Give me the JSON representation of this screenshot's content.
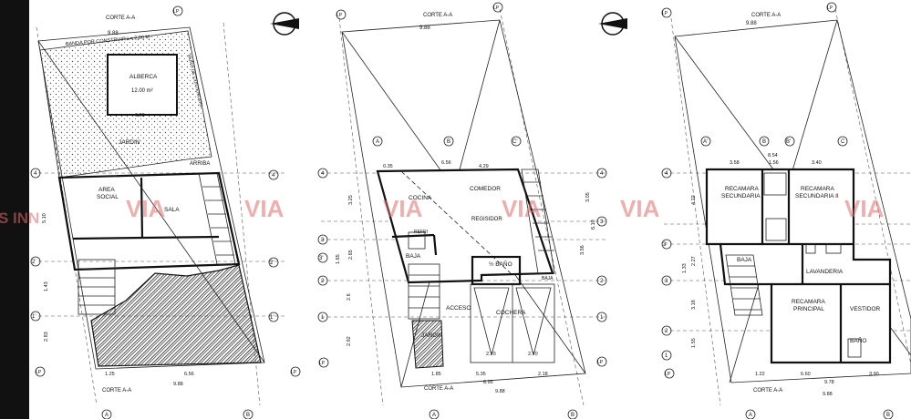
{
  "watermark": {
    "logo_text": "VIA",
    "edge_text": "S INN"
  },
  "plan1": {
    "section_top": "CORTE A-A",
    "dim_top": "9.88",
    "band_label": "BANDA POR CONSTRUIR L= 2.00 M",
    "side_note": "MURO DE CONTENCION",
    "rooms": {
      "pool": "ALBERCA",
      "pool_area": "12.00 m²",
      "garden": "JARDIN",
      "up": "ARRIBA",
      "area_social_1": "AREA",
      "area_social_2": "SOCIAL",
      "living": "SALA"
    },
    "dims_bottom": [
      "1.25",
      "6.56",
      "9.88"
    ],
    "dims_side": [
      "5.10",
      "1.43",
      "2.83"
    ],
    "pool_dim": "6.00",
    "section_bottom": "CORTE A-A",
    "grid_left": [
      "4",
      "2'",
      "1'",
      "LP"
    ],
    "grid_right": [
      "4",
      "2'",
      "1'",
      "LP"
    ],
    "grid_bottom": [
      "A",
      "B"
    ],
    "grid_top": [
      "LP"
    ]
  },
  "plan2": {
    "section_top": "CORTE A-A",
    "dim_top": "9.88",
    "dims_row": [
      "0.35",
      "6.56",
      "4.29"
    ],
    "rooms": {
      "dining": "COMEDOR",
      "kitchen": "COCINA",
      "fridge": "REFRI",
      "sideboard": "REGISIDOR",
      "down": "BAJA",
      "half_bath": "½ BAÑO",
      "entry": "ACCESO",
      "garage": "COCHERA",
      "garden": "JARDIN",
      "down2": "BAJA"
    },
    "dims_bottom": [
      "1.85",
      "5.35",
      "2.18",
      "8.95",
      "9.88"
    ],
    "garage_dims": [
      "2.70",
      "2.70"
    ],
    "dims_side_left": [
      "3.25",
      "2.65",
      "1.65",
      "2.6",
      "2.92"
    ],
    "dims_side_right": [
      "3.05",
      "3.56",
      "6.10"
    ],
    "section_bottom": "CORTE A-A",
    "grid_left": [
      "4",
      "3",
      "3'",
      "2",
      "1",
      "LP"
    ],
    "grid_right": [
      "4",
      "3",
      "2",
      "1",
      "LP"
    ],
    "grid_top": [
      "A",
      "B",
      "C'",
      "LP"
    ],
    "grid_bottom": [
      "A",
      "B"
    ]
  },
  "plan3": {
    "section_top": "CORTE A-A",
    "dim_top": "9.88",
    "dims_row": [
      "3.58",
      "1.56",
      "3.40",
      "8.54"
    ],
    "rooms": {
      "bed_sec_1a": "RECAMARA",
      "bed_sec_1b": "SECUNDARIA I",
      "bed_sec_2a": "RECAMARA",
      "bed_sec_2b": "SECUNDARIA II",
      "down": "BAJA",
      "laundry": "LAVANDERIA",
      "master_a": "RECAMARA",
      "master_b": "PRINCIPAL",
      "closet": "VESTIDOR",
      "bath": "BAÑO"
    },
    "dims_bottom": [
      "1.22",
      "6.60",
      "3.90",
      "9.78",
      "9.88"
    ],
    "dims_side": [
      "4.22",
      "2.27",
      "1.33",
      "3.18",
      "1.55"
    ],
    "section_bottom": "CORTE A-A",
    "grid_left": [
      "4",
      "3'",
      "3",
      "2",
      "1",
      "LP"
    ],
    "grid_top": [
      "A'",
      "B",
      "B'",
      "C",
      "LP"
    ],
    "grid_bottom": [
      "A",
      "B"
    ]
  }
}
